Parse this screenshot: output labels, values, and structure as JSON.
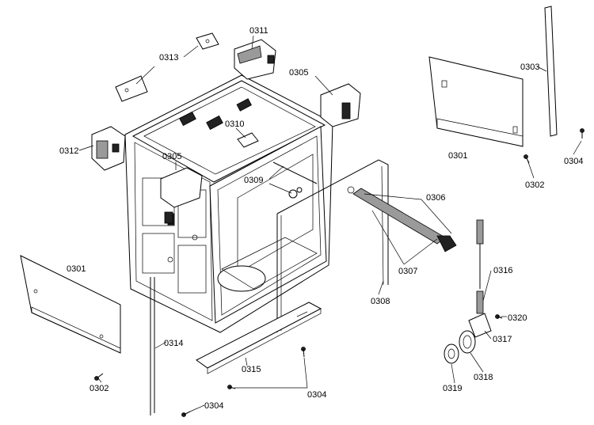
{
  "diagram": {
    "labels": {
      "l0311": "0311",
      "l0313": "0313",
      "l0305a": "0305",
      "l0303": "0303",
      "l0310": "0310",
      "l0312": "0312",
      "l0305b": "0305",
      "l0301a": "0301",
      "l0304a": "0304",
      "l0302a": "0302",
      "l0309": "0309",
      "l0306": "0306",
      "l0301b": "0301",
      "l0307": "0307",
      "l0316": "0316",
      "l0308": "0308",
      "l0320": "0320",
      "l0317": "0317",
      "l0314": "0314",
      "l0315": "0315",
      "l0318": "0318",
      "l0302b": "0302",
      "l0319": "0319",
      "l0304b": "0304",
      "l0304c": "0304"
    }
  }
}
